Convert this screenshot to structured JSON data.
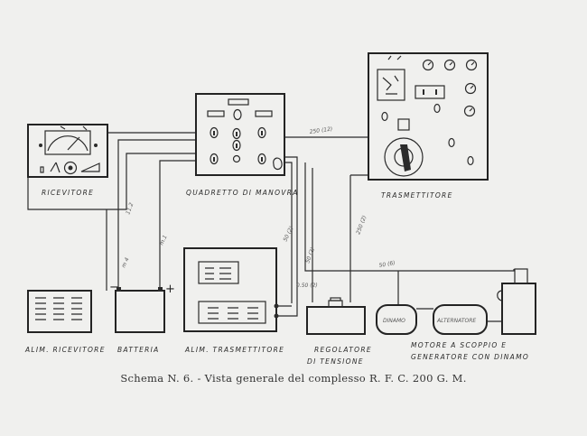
{
  "labels": {
    "ricevitore": "RICEVITORE",
    "quadretto": "QUADRETTO DI MANOVRA",
    "trasmettitore": "TRASMETTITORE",
    "alim_ricevitore": "ALIM. RICEVITORE",
    "batteria": "BATTERIA",
    "alim_trasmettitore": "ALIM. TRASMETTITORE",
    "regolatore_1": "REGOLATORE",
    "regolatore_2": "DI TENSIONE",
    "motore_1": "MOTORE A SCOPPIO E",
    "motore_2": "GENERATORE CON DINAMO",
    "dinamo": "DINAMO",
    "alternatore": "ALTERNATORE"
  },
  "polarity": {
    "minus": "−",
    "plus": "+"
  },
  "wire_labels": {
    "w_250": "250 (12)",
    "w_left": "11.2",
    "w_batt1": "m 4",
    "w_batt2": "m.1",
    "w_center1": "50 (2)",
    "w_center2": "50 (2)",
    "w_reg": "250 (2)",
    "w_alt": "50 (6)",
    "w_alim": "0.50 (2)"
  },
  "caption": "Schema N. 6. - Vista generale del complesso R. F. C. 200 G. M."
}
